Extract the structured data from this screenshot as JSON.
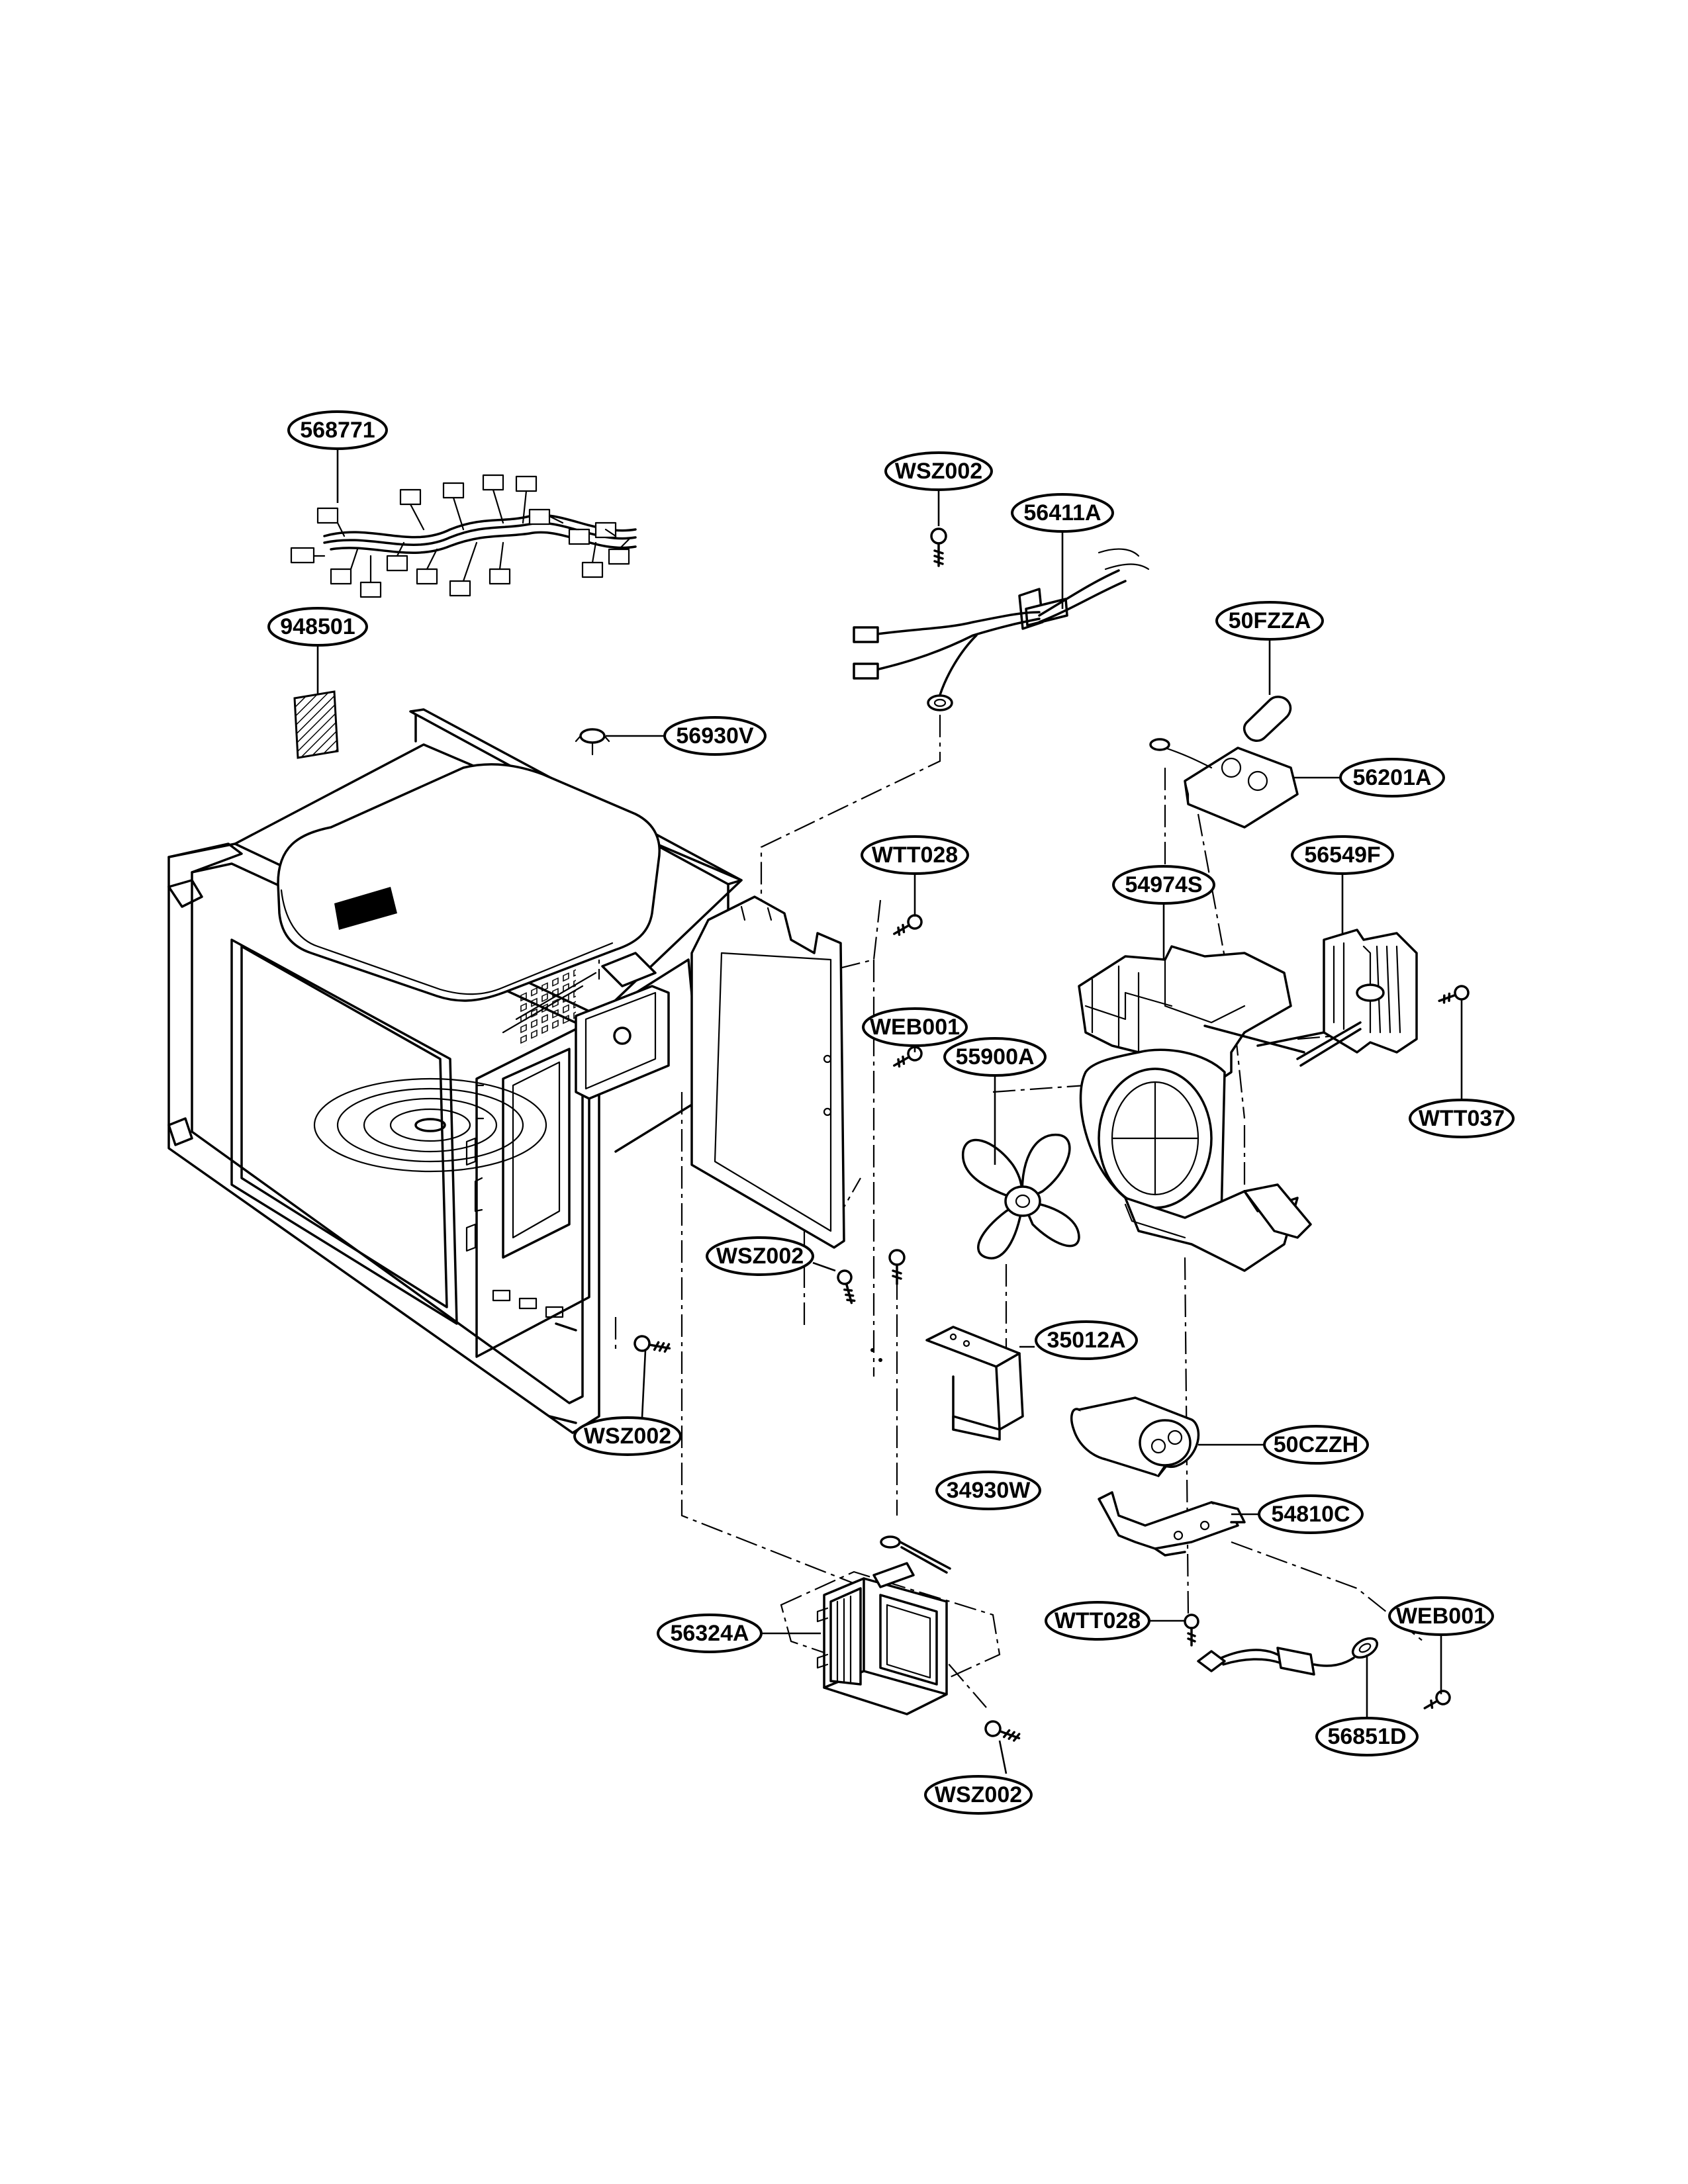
{
  "callouts": [
    {
      "id": "568771",
      "label": "568771"
    },
    {
      "id": "948501",
      "label": "948501"
    },
    {
      "id": "56930V",
      "label": "56930V"
    },
    {
      "id": "WSZ002_top",
      "label": "WSZ002"
    },
    {
      "id": "56411A",
      "label": "56411A"
    },
    {
      "id": "50FZZA",
      "label": "50FZZA"
    },
    {
      "id": "56201A",
      "label": "56201A"
    },
    {
      "id": "WTT028_mid",
      "label": "WTT028"
    },
    {
      "id": "54974S",
      "label": "54974S"
    },
    {
      "id": "56549F",
      "label": "56549F"
    },
    {
      "id": "WEB001_mid",
      "label": "WEB001"
    },
    {
      "id": "55900A",
      "label": "55900A"
    },
    {
      "id": "WTT037",
      "label": "WTT037"
    },
    {
      "id": "WSZ002_mid",
      "label": "WSZ002"
    },
    {
      "id": "35012A",
      "label": "35012A"
    },
    {
      "id": "WSZ002_left",
      "label": "WSZ002"
    },
    {
      "id": "50CZZH",
      "label": "50CZZH"
    },
    {
      "id": "34930W",
      "label": "34930W"
    },
    {
      "id": "54810C",
      "label": "54810C"
    },
    {
      "id": "56324A",
      "label": "56324A"
    },
    {
      "id": "WTT028_low",
      "label": "WTT028"
    },
    {
      "id": "WEB001_low",
      "label": "WEB001"
    },
    {
      "id": "56851D",
      "label": "56851D"
    },
    {
      "id": "WSZ002_bottom",
      "label": "WSZ002"
    }
  ]
}
